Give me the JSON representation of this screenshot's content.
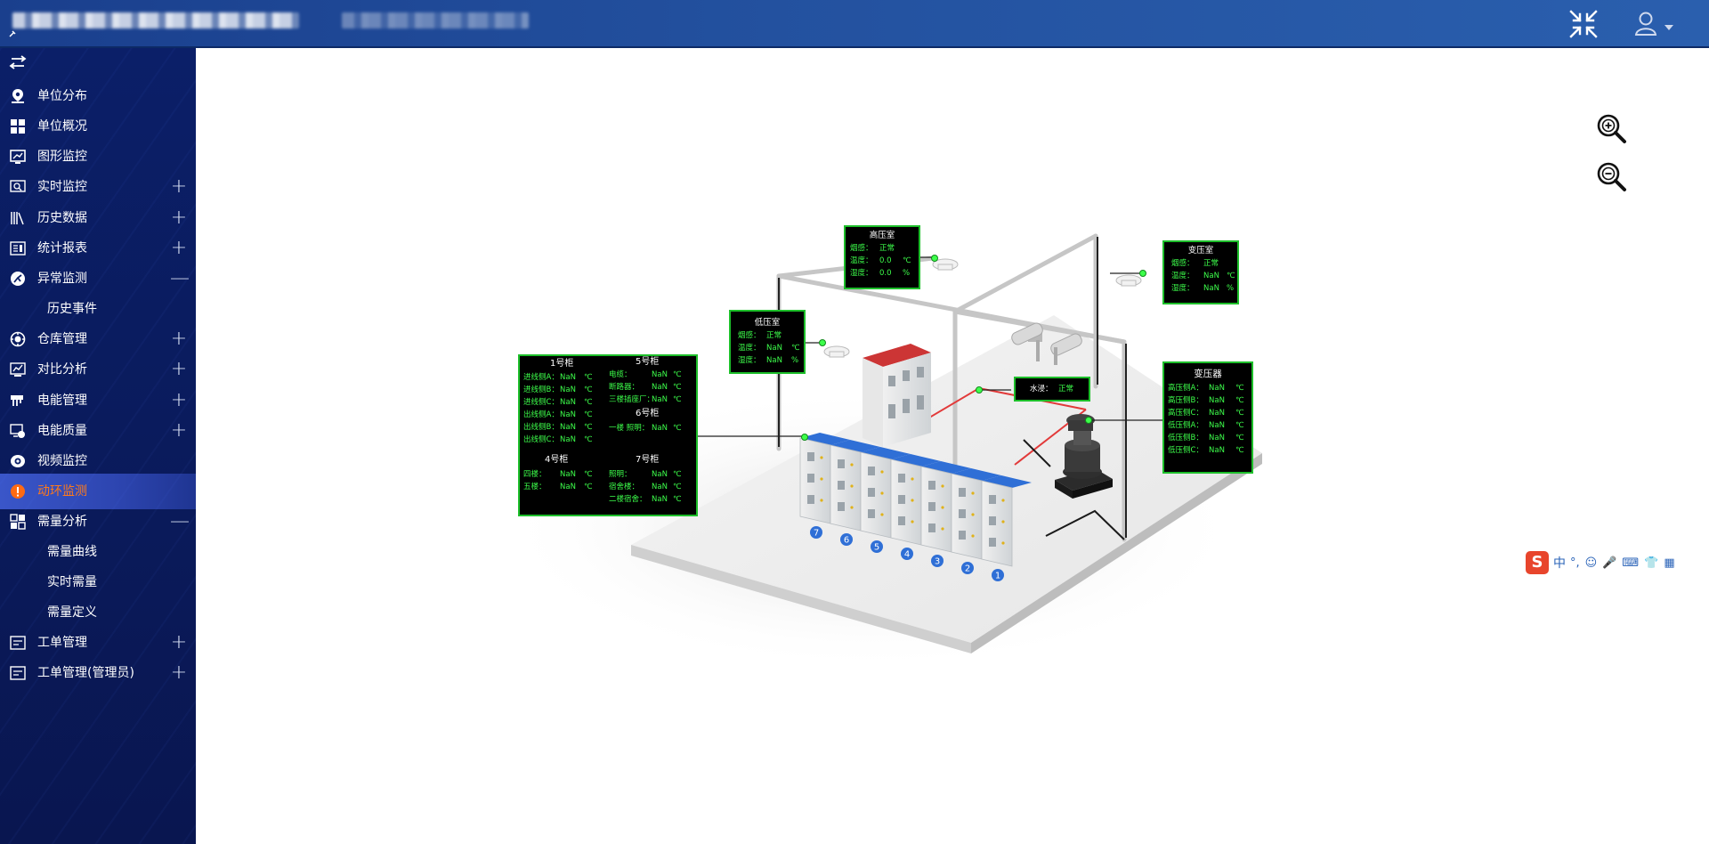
{
  "header": {
    "title_icon": "pin-icon",
    "shrink_icon": "compress-icon",
    "user_icon": "user-icon",
    "user_dropdown_icon": "caret-down-icon"
  },
  "sidebar": {
    "toggle_icon": "swap-arrows-icon",
    "items": [
      {
        "label": "单位分布",
        "icon": "map-pin-icon",
        "expand": ""
      },
      {
        "label": "单位概况",
        "icon": "grid-icon",
        "expand": ""
      },
      {
        "label": "图形监控",
        "icon": "monitor-chart-icon",
        "expand": ""
      },
      {
        "label": "实时监控",
        "icon": "screen-search-icon",
        "expand": "+"
      },
      {
        "label": "历史数据",
        "icon": "books-icon",
        "expand": "+"
      },
      {
        "label": "统计报表",
        "icon": "report-icon",
        "expand": "+"
      },
      {
        "label": "异常监测",
        "icon": "alert-dial-icon",
        "expand": "—"
      },
      {
        "label": "历史事件",
        "icon": "",
        "expand": "",
        "sub": true
      },
      {
        "label": "仓库管理",
        "icon": "warehouse-icon",
        "expand": "+"
      },
      {
        "label": "对比分析",
        "icon": "compare-chart-icon",
        "expand": "+"
      },
      {
        "label": "电能管理",
        "icon": "plug-icon",
        "expand": "+"
      },
      {
        "label": "电能质量",
        "icon": "quality-monitor-icon",
        "expand": "+"
      },
      {
        "label": "视频监控",
        "icon": "camera-icon",
        "expand": ""
      },
      {
        "label": "动环监测",
        "icon": "warning-circle-icon",
        "expand": "",
        "active": true
      },
      {
        "label": "需量分析",
        "icon": "demand-icon",
        "expand": "—"
      },
      {
        "label": "需量曲线",
        "icon": "",
        "expand": "",
        "sub": true
      },
      {
        "label": "实时需量",
        "icon": "",
        "expand": "",
        "sub": true
      },
      {
        "label": "需量定义",
        "icon": "",
        "expand": "",
        "sub": true
      },
      {
        "label": "工单管理",
        "icon": "workorder-icon",
        "expand": "+"
      },
      {
        "label": "工单管理(管理员)",
        "icon": "workorder-icon",
        "expand": "+"
      }
    ]
  },
  "toolbar": {
    "zoom_in_icon": "zoom-in-icon",
    "zoom_out_icon": "zoom-out-icon"
  },
  "panels": {
    "high_voltage_room": {
      "title": "高压室",
      "rows": [
        {
          "k": "烟感：",
          "v": "正常",
          "u": ""
        },
        {
          "k": "温度：",
          "v": "0.0",
          "u": "℃"
        },
        {
          "k": "湿度：",
          "v": "0.0",
          "u": "%"
        }
      ]
    },
    "transformer_room": {
      "title": "变压室",
      "rows": [
        {
          "k": "烟感：",
          "v": "正常",
          "u": ""
        },
        {
          "k": "温度：",
          "v": "NaN",
          "u": "℃"
        },
        {
          "k": "湿度：",
          "v": "NaN",
          "u": "%"
        }
      ]
    },
    "low_voltage_room": {
      "title": "低压室",
      "rows": [
        {
          "k": "烟感：",
          "v": "正常",
          "u": ""
        },
        {
          "k": "温度：",
          "v": "NaN",
          "u": "℃"
        },
        {
          "k": "湿度：",
          "v": "NaN",
          "u": "%"
        }
      ]
    },
    "water_leak": {
      "label": "水浸：",
      "value": "正常"
    },
    "transformer": {
      "title": "变压器",
      "rows": [
        {
          "k": "高压侧A：",
          "v": "NaN",
          "u": "℃"
        },
        {
          "k": "高压侧B：",
          "v": "NaN",
          "u": "℃"
        },
        {
          "k": "高压侧C：",
          "v": "NaN",
          "u": "℃"
        },
        {
          "k": "低压侧A：",
          "v": "NaN",
          "u": "℃"
        },
        {
          "k": "低压侧B：",
          "v": "NaN",
          "u": "℃"
        },
        {
          "k": "低压侧C：",
          "v": "NaN",
          "u": "℃"
        }
      ]
    },
    "cabinets": {
      "c1": {
        "title": "1号柜",
        "rows": [
          {
            "k": "进线侧A：",
            "v": "NaN",
            "u": "℃"
          },
          {
            "k": "进线侧B：",
            "v": "NaN",
            "u": "℃"
          },
          {
            "k": "进线侧C：",
            "v": "NaN",
            "u": "℃"
          },
          {
            "k": "出线侧A：",
            "v": "NaN",
            "u": "℃"
          },
          {
            "k": "出线侧B：",
            "v": "NaN",
            "u": "℃"
          },
          {
            "k": "出线侧C：",
            "v": "NaN",
            "u": "℃"
          }
        ]
      },
      "c5": {
        "title": "5号柜",
        "rows": [
          {
            "k": "电缆：",
            "v": "NaN",
            "u": "℃"
          },
          {
            "k": "断路器：",
            "v": "NaN",
            "u": "℃"
          },
          {
            "k": "三楼插座厂：",
            "v": "NaN",
            "u": "℃"
          }
        ]
      },
      "c6": {
        "title": "6号柜",
        "rows": [
          {
            "k": "一楼 照明：",
            "v": "NaN",
            "u": "℃"
          }
        ]
      },
      "c4": {
        "title": "4号柜",
        "rows": [
          {
            "k": "四楼：",
            "v": "NaN",
            "u": "℃"
          },
          {
            "k": "五楼：",
            "v": "NaN",
            "u": "℃"
          }
        ]
      },
      "c7": {
        "title": "7号柜",
        "rows": [
          {
            "k": "照明：",
            "v": "NaN",
            "u": "℃"
          },
          {
            "k": "宿舍楼：",
            "v": "NaN",
            "u": "℃"
          },
          {
            "k": "二楼宿舍：",
            "v": "NaN",
            "u": "℃"
          }
        ]
      }
    }
  },
  "cabinet_numbers": [
    "7",
    "6",
    "5",
    "4",
    "3",
    "2",
    "1"
  ],
  "ime": {
    "logo": "S",
    "mode": "中",
    "glyphs": [
      "°,",
      "☺",
      "🎤",
      "⌨",
      "👕",
      "▦"
    ]
  }
}
